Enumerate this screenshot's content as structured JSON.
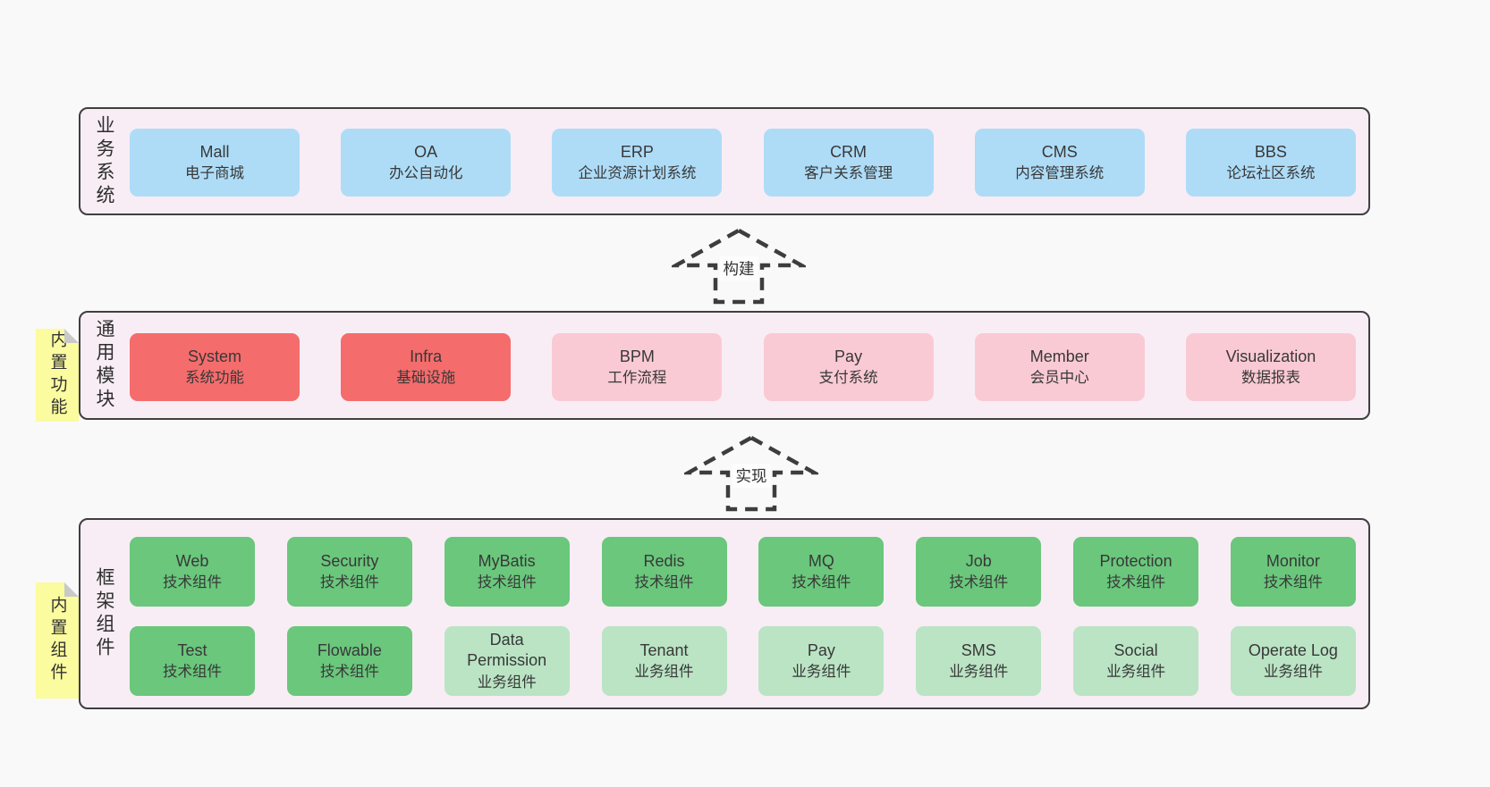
{
  "page": {
    "background": "#f9f9f9"
  },
  "colors": {
    "container_bg": "#f8edf5",
    "container_border": "#3f3f3f",
    "blue": "#aedcf7",
    "red": "#f56c6c",
    "pink": "#facad4",
    "green": "#6ac77c",
    "light_green": "#bae4c4",
    "sticky_yellow": "#fbfb9f",
    "sticky_fold": "#c9c9c9",
    "text": "#383838"
  },
  "arrows": [
    {
      "label": "构建"
    },
    {
      "label": "实现"
    }
  ],
  "layers": [
    {
      "label": "业务系统",
      "boxes": [
        {
          "title": "Mall",
          "subtitle": "电子商城"
        },
        {
          "title": "OA",
          "subtitle": "办公自动化"
        },
        {
          "title": "ERP",
          "subtitle": "企业资源计划系统"
        },
        {
          "title": "CRM",
          "subtitle": "客户关系管理"
        },
        {
          "title": "CMS",
          "subtitle": "内容管理系统"
        },
        {
          "title": "BBS",
          "subtitle": "论坛社区系统"
        }
      ]
    },
    {
      "label": "通用模块",
      "tag": "内置功能",
      "boxes": [
        {
          "title": "System",
          "subtitle": "系统功能",
          "variant": "red"
        },
        {
          "title": "Infra",
          "subtitle": "基础设施",
          "variant": "red"
        },
        {
          "title": "BPM",
          "subtitle": "工作流程",
          "variant": "pink"
        },
        {
          "title": "Pay",
          "subtitle": "支付系统",
          "variant": "pink"
        },
        {
          "title": "Member",
          "subtitle": "会员中心",
          "variant": "pink"
        },
        {
          "title": "Visualization",
          "subtitle": "数据报表",
          "variant": "pink"
        }
      ]
    },
    {
      "label": "框架组件",
      "tag": "内置组件",
      "rows": [
        [
          {
            "title": "Web",
            "subtitle": "技术组件",
            "variant": "green"
          },
          {
            "title": "Security",
            "subtitle": "技术组件",
            "variant": "green"
          },
          {
            "title": "MyBatis",
            "subtitle": "技术组件",
            "variant": "green"
          },
          {
            "title": "Redis",
            "subtitle": "技术组件",
            "variant": "green"
          },
          {
            "title": "MQ",
            "subtitle": "技术组件",
            "variant": "green"
          },
          {
            "title": "Job",
            "subtitle": "技术组件",
            "variant": "green"
          },
          {
            "title": "Protection",
            "subtitle": "技术组件",
            "variant": "green"
          },
          {
            "title": "Monitor",
            "subtitle": "技术组件",
            "variant": "green"
          }
        ],
        [
          {
            "title": "Test",
            "subtitle": "技术组件",
            "variant": "green"
          },
          {
            "title": "Flowable",
            "subtitle": "技术组件",
            "variant": "green"
          },
          {
            "title": "Data Permission",
            "subtitle": "业务组件",
            "variant": "light_green"
          },
          {
            "title": "Tenant",
            "subtitle": "业务组件",
            "variant": "light_green"
          },
          {
            "title": "Pay",
            "subtitle": "业务组件",
            "variant": "light_green"
          },
          {
            "title": "SMS",
            "subtitle": "业务组件",
            "variant": "light_green"
          },
          {
            "title": "Social",
            "subtitle": "业务组件",
            "variant": "light_green"
          },
          {
            "title": "Operate Log",
            "subtitle": "业务组件",
            "variant": "light_green"
          }
        ]
      ]
    }
  ]
}
